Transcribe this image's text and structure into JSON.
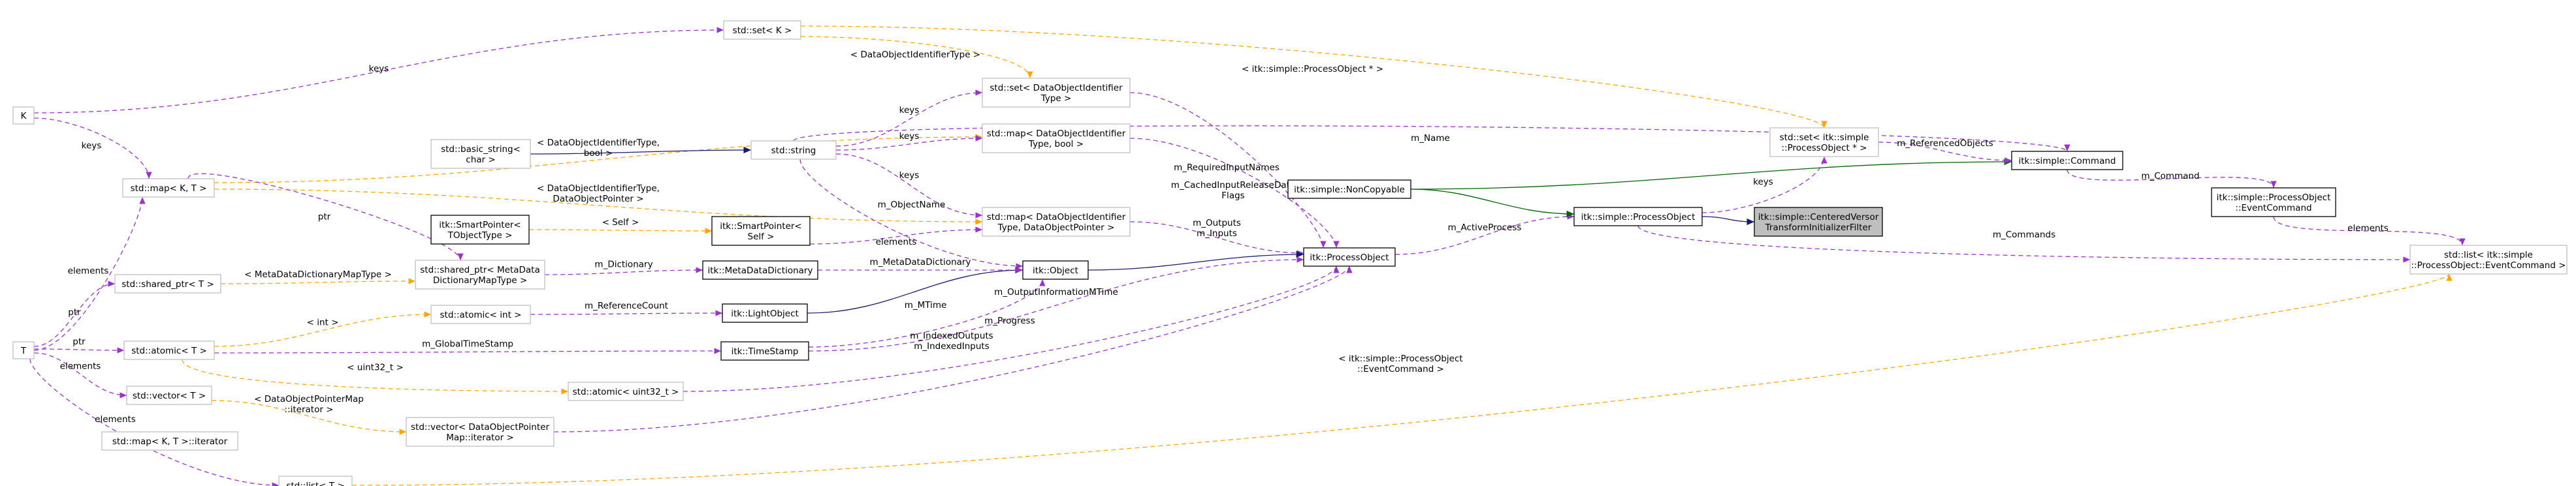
{
  "colors": {
    "usage": "#9a32cd",
    "template": "#ffa500",
    "inheritance": "#191970",
    "protected_inheritance": "#006400",
    "focus_fill": "#bfbfbf",
    "external_border": "#bfbfbf"
  },
  "nodes": {
    "T": [
      "T"
    ],
    "K": [
      "K"
    ],
    "set_K": [
      "std::set< K >"
    ],
    "map_KT": [
      "std::map< K, T >"
    ],
    "shared_ptr_T": [
      "std::shared_ptr< T >"
    ],
    "atomic_T": [
      "std::atomic< T >"
    ],
    "vector_T": [
      "std::vector< T >"
    ],
    "map_iter": [
      "std::map< K, T >::iterator"
    ],
    "list_T": [
      "std::list< T >"
    ],
    "basic_string": [
      "std::basic_string<",
      "char >"
    ],
    "string": [
      "std::string"
    ],
    "smartptr_t": [
      "itk::SmartPointer<",
      "TObjectType >"
    ],
    "smartptr_self": [
      "itk::SmartPointer<",
      "Self >"
    ],
    "shared_ptr_mdd": [
      "std::shared_ptr< MetaData",
      "DictionaryMapType >"
    ],
    "atomic_int": [
      "std::atomic< int >"
    ],
    "atomic_uint32": [
      "std::atomic< uint32_t >"
    ],
    "vector_dopm": [
      "std::vector< DataObjectPointer",
      "Map::iterator >"
    ],
    "set_doit": [
      "std::set< DataObjectIdentifier",
      "Type >"
    ],
    "map_doit_bool": [
      "std::map< DataObjectIdentifier",
      "Type, bool >"
    ],
    "map_doit_dop": [
      "std::map< DataObjectIdentifier",
      "Type, DataObjectPointer >"
    ],
    "metadatadict": [
      "itk::MetaDataDictionary"
    ],
    "lightobject": [
      "itk::LightObject"
    ],
    "timestamp": [
      "itk::TimeStamp"
    ],
    "object": [
      "itk::Object"
    ],
    "noncopyable": [
      "itk::simple::NonCopyable"
    ],
    "processobject_itk": [
      "itk::ProcessObject"
    ],
    "processobject_simple": [
      "itk::simple::ProcessObject"
    ],
    "focus": [
      "itk::simple::CenteredVersor",
      "TransformInitializerFilter"
    ],
    "set_po": [
      "std::set< itk::simple",
      "::ProcessObject * >"
    ],
    "command": [
      "itk::simple::Command"
    ],
    "eventcommand": [
      "itk::simple::ProcessObject",
      "::EventCommand"
    ],
    "list_ec": [
      "std::list< itk::simple",
      "::ProcessObject::EventCommand >"
    ]
  },
  "edge_labels": {
    "keys": [
      "keys"
    ],
    "elements": [
      "elements"
    ],
    "ptr": [
      "ptr"
    ],
    "m_name": [
      "m_Name"
    ],
    "tmpl_po_ptr": [
      "< itk::simple::ProcessObject * >"
    ],
    "tmpl_doit": [
      "< DataObjectIdentifierType >"
    ],
    "tmpl_doit_bool": [
      "< DataObjectIdentifierType,",
      "bool >"
    ],
    "tmpl_doit_dop": [
      "< DataObjectIdentifierType,",
      "DataObjectPointer >"
    ],
    "tmpl_mdd": [
      "< MetaDataDictionaryMapType >"
    ],
    "tmpl_int": [
      "< int >"
    ],
    "tmpl_uint32": [
      "< uint32_t >"
    ],
    "tmpl_dopm": [
      "< DataObjectPointerMap",
      "::iterator >"
    ],
    "tmpl_self": [
      "< Self >"
    ],
    "tmpl_ec": [
      "< itk::simple::ProcessObject",
      "::EventCommand >"
    ],
    "m_required": [
      "m_RequiredInputNames"
    ],
    "m_cached": [
      "m_CachedInputReleaseData",
      "Flags"
    ],
    "m_objectname": [
      "m_ObjectName"
    ],
    "m_outputs": [
      "m_Outputs",
      "m_Inputs"
    ],
    "m_dictionary": [
      "m_Dictionary"
    ],
    "m_metadatadict": [
      "m_MetaDataDictionary"
    ],
    "m_refcount": [
      "m_ReferenceCount"
    ],
    "m_mtime": [
      "m_MTime"
    ],
    "m_outinfo": [
      "m_OutputInformationMTime"
    ],
    "m_globaltime": [
      "m_GlobalTimeStamp"
    ],
    "m_progress": [
      "m_Progress"
    ],
    "m_indexed": [
      "m_IndexedOutputs",
      "m_IndexedInputs"
    ],
    "m_activeprocess": [
      "m_ActiveProcess"
    ],
    "m_refobjects": [
      "m_ReferencedObjects"
    ],
    "m_command": [
      "m_Command"
    ],
    "m_commands": [
      "m_Commands"
    ]
  }
}
